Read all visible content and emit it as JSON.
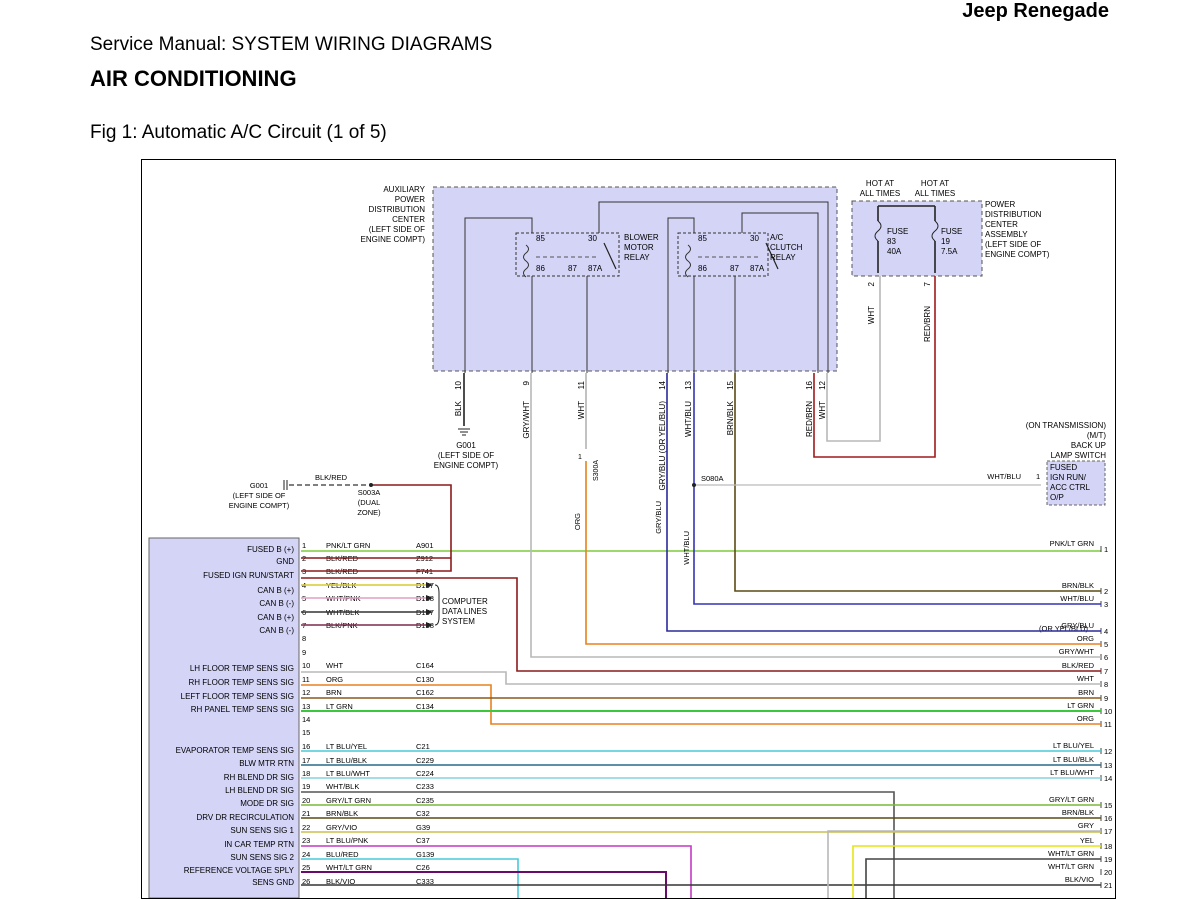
{
  "header": {
    "brand": "Jeep Renegade",
    "manual": "Service Manual: SYSTEM WIRING DIAGRAMS",
    "section": "AIR CONDITIONING",
    "figure": "Fig 1: Automatic A/C Circuit (1 of 5)"
  },
  "diagram": {
    "apdc_label": [
      "AUXILIARY",
      "POWER",
      "DISTRIBUTION",
      "CENTER",
      "(LEFT SIDE OF",
      "ENGINE COMPT)"
    ],
    "blower_relay": {
      "label": [
        "BLOWER",
        "MOTOR",
        "RELAY"
      ],
      "pins": [
        "85",
        "30",
        "86",
        "87",
        "87A"
      ]
    },
    "ac_relay": {
      "label": [
        "A/C",
        "CLUTCH",
        "RELAY"
      ],
      "pins": [
        "85",
        "30",
        "86",
        "87",
        "87A"
      ]
    },
    "pdc": {
      "hot1": [
        "HOT AT",
        "ALL TIMES"
      ],
      "hot2": [
        "HOT AT",
        "ALL TIMES"
      ],
      "fuse1": [
        "FUSE",
        "83",
        "40A"
      ],
      "fuse2": [
        "FUSE",
        "19",
        "7.5A"
      ],
      "label": [
        "POWER",
        "DISTRIBUTION",
        "CENTER",
        "ASSEMBLY",
        "(LEFT SIDE OF",
        "ENGINE COMPT)"
      ],
      "pins": [
        {
          "num": "2",
          "wire": "WHT"
        },
        {
          "num": "7",
          "wire": "RED/BRN"
        }
      ]
    },
    "apdc_pins": [
      {
        "num": "10",
        "wire": "BLK"
      },
      {
        "num": "9",
        "wire": "GRY/WHT"
      },
      {
        "num": "11",
        "wire": "WHT"
      },
      {
        "num": "14",
        "wire": "GRY/BLU (OR YEL/BLU)"
      },
      {
        "num": "13",
        "wire": "WHT/BLU"
      },
      {
        "num": "15",
        "wire": "BRN/BLK"
      },
      {
        "num": "16",
        "wire": "RED/BRN"
      },
      {
        "num": "12",
        "wire": "WHT"
      }
    ],
    "ground_apdc": [
      "G001",
      "(LEFT SIDE OF",
      "ENGINE COMPT)"
    ],
    "ground_left": [
      "G001",
      "(LEFT SIDE OF",
      "ENGINE COMPT)"
    ],
    "splice_s003a": [
      "S003A",
      "(DUAL",
      "ZONE)"
    ],
    "wire_blkred": "BLK/RED",
    "connector_s300a": "S300A",
    "connector_s300a_pin": "1",
    "wire_org": "ORG",
    "wire_gryblu": "GRY/BLU",
    "wire_whtblu": "WHT/BLU",
    "splice_s080a": "S080A",
    "backup_switch": {
      "label": [
        "(ON TRANSMISSION)",
        "(M/T)",
        "BACK UP",
        "LAMP SWITCH"
      ],
      "box": [
        "FUSED",
        "IGN RUN/",
        "ACC CTRL",
        "O/P"
      ],
      "pin": "1",
      "wire": "WHT/BLU"
    },
    "computer_data_lines": [
      "COMPUTER",
      "DATA LINES",
      "SYSTEM"
    ],
    "left_signals": [
      "FUSED B (+)",
      "GND",
      "FUSED IGN RUN/START",
      "CAN B (+)",
      "CAN B (-)",
      "CAN B (+)",
      "CAN B (-)",
      "LH FLOOR TEMP SENS SIG",
      "RH FLOOR TEMP SENS SIG",
      "LEFT FLOOR TEMP SENS SIG",
      "RH PANEL TEMP SENS SIG",
      "EVAPORATOR TEMP SENS SIG",
      "BLW MTR RTN",
      "RH BLEND DR SIG",
      "LH BLEND DR SIG",
      "MODE DR SIG",
      "DRV DR RECIRCULATION",
      "SUN SENS SIG 1",
      "IN CAR TEMP RTN",
      "SUN SENS SIG 2",
      "REFERENCE VOLTAGE SPLY",
      "SENS GND"
    ],
    "left_pins": [
      {
        "n": "1",
        "wire": "PNK/LT GRN",
        "circuit": "A901"
      },
      {
        "n": "2",
        "wire": "BLK/RED",
        "circuit": "Z912"
      },
      {
        "n": "3",
        "wire": "BLK/RED",
        "circuit": "F741"
      },
      {
        "n": "4",
        "wire": "YEL/BLK",
        "circuit": "D157"
      },
      {
        "n": "5",
        "wire": "WHT/PNK",
        "circuit": "D158"
      },
      {
        "n": "6",
        "wire": "WHT/BLK",
        "circuit": "D157"
      },
      {
        "n": "7",
        "wire": "BLK/PNK",
        "circuit": "D158"
      },
      {
        "n": "8",
        "wire": "",
        "circuit": ""
      },
      {
        "n": "9",
        "wire": "",
        "circuit": ""
      },
      {
        "n": "10",
        "wire": "WHT",
        "circuit": "C164"
      },
      {
        "n": "11",
        "wire": "ORG",
        "circuit": "C130"
      },
      {
        "n": "12",
        "wire": "BRN",
        "circuit": "C162"
      },
      {
        "n": "13",
        "wire": "LT GRN",
        "circuit": "C134"
      },
      {
        "n": "14",
        "wire": "",
        "circuit": ""
      },
      {
        "n": "15",
        "wire": "",
        "circuit": ""
      },
      {
        "n": "16",
        "wire": "LT BLU/YEL",
        "circuit": "C21"
      },
      {
        "n": "17",
        "wire": "LT BLU/BLK",
        "circuit": "C229"
      },
      {
        "n": "18",
        "wire": "LT BLU/WHT",
        "circuit": "C224"
      },
      {
        "n": "19",
        "wire": "WHT/BLK",
        "circuit": "C233"
      },
      {
        "n": "20",
        "wire": "GRY/LT GRN",
        "circuit": "C235"
      },
      {
        "n": "21",
        "wire": "BRN/BLK",
        "circuit": "C32"
      },
      {
        "n": "22",
        "wire": "GRY/VIO",
        "circuit": "G39"
      },
      {
        "n": "23",
        "wire": "LT BLU/PNK",
        "circuit": "C37"
      },
      {
        "n": "24",
        "wire": "BLU/RED",
        "circuit": "G139"
      },
      {
        "n": "25",
        "wire": "WHT/LT GRN",
        "circuit": "C26"
      },
      {
        "n": "26",
        "wire": "BLK/VIO",
        "circuit": "C333"
      }
    ],
    "right_pins": [
      {
        "n": "1",
        "wire": "PNK/LT GRN"
      },
      {
        "n": "2",
        "wire": "BRN/BLK"
      },
      {
        "n": "3",
        "wire": "WHT/BLU"
      },
      {
        "n": "4",
        "wire": "GRY/BLU",
        "alt": "(OR YEL/BLU)"
      },
      {
        "n": "5",
        "wire": "ORG"
      },
      {
        "n": "6",
        "wire": "GRY/WHT"
      },
      {
        "n": "7",
        "wire": "BLK/RED"
      },
      {
        "n": "8",
        "wire": "WHT"
      },
      {
        "n": "9",
        "wire": "BRN"
      },
      {
        "n": "10",
        "wire": "LT GRN"
      },
      {
        "n": "11",
        "wire": "ORG"
      },
      {
        "n": "12",
        "wire": "LT BLU/YEL"
      },
      {
        "n": "13",
        "wire": "LT BLU/BLK"
      },
      {
        "n": "14",
        "wire": "LT BLU/WHT"
      },
      {
        "n": "15",
        "wire": "GRY/LT GRN"
      },
      {
        "n": "16",
        "wire": "BRN/BLK"
      },
      {
        "n": "17",
        "wire": "GRY"
      },
      {
        "n": "18",
        "wire": "YEL"
      },
      {
        "n": "19",
        "wire": "WHT/LT GRN"
      },
      {
        "n": "20",
        "wire": "WHT/LT GRN"
      },
      {
        "n": "21",
        "wire": "BLK/VIO"
      }
    ],
    "colors": {
      "module_fill": "#d4d4f7",
      "pnk_lt_grn": "#7ccc3c",
      "brn_blk": "#5a4a14",
      "wht_blu": "#3434b4",
      "gry_blu": "#2a2a9c",
      "org": "#e8821e",
      "gry": "#b8b8b8",
      "blk_red": "#8a1a1a",
      "brn": "#8a5a1a",
      "lt_grn": "#3cc83c",
      "lt_blu": "#48c8d8",
      "vio": "#c438c4",
      "yel": "#e8e414",
      "red_brn": "#a01a1a"
    }
  }
}
